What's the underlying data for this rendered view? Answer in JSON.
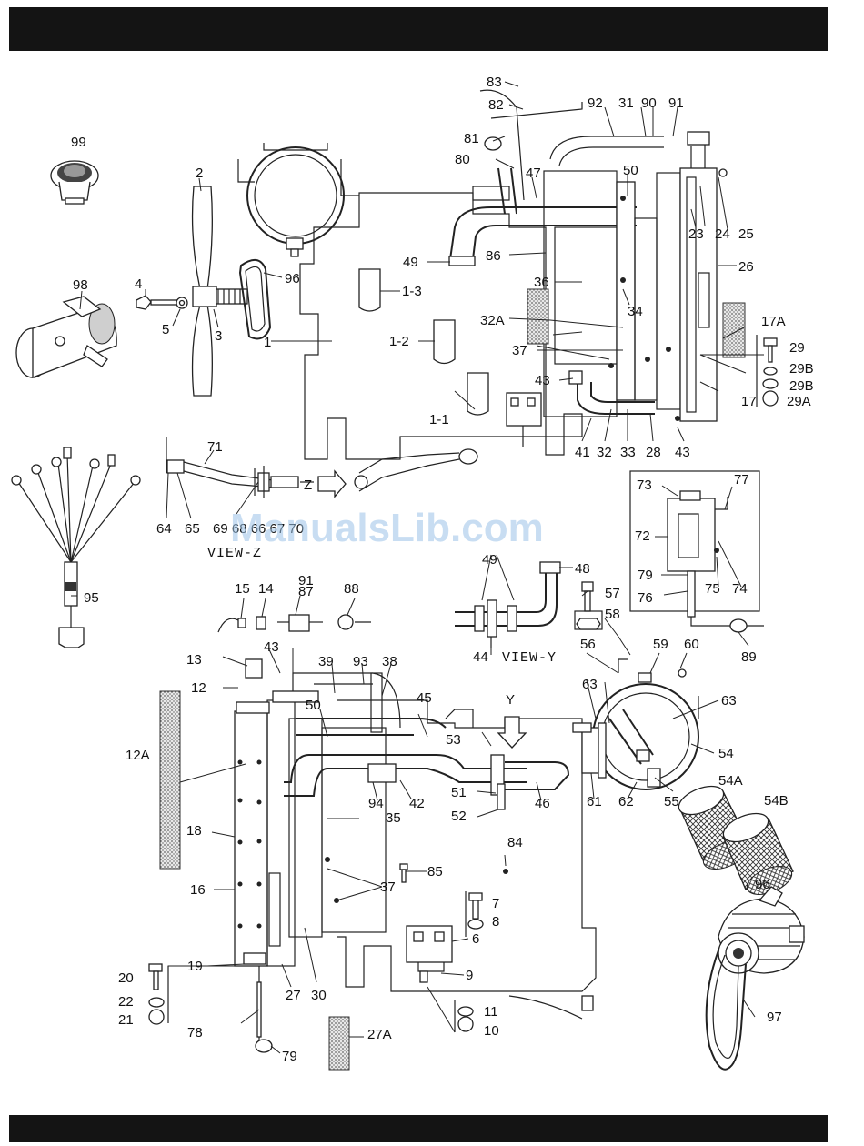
{
  "watermark": "ManualsLib.com",
  "view_labels": {
    "view_z": "VIEW-Z",
    "view_y": "VIEW-Y",
    "z_arrow": "Z",
    "y_arrow": "Y"
  },
  "callouts": {
    "c83": "83",
    "c82": "82",
    "c92": "92",
    "c31": "31",
    "c90": "90",
    "c91a": "91",
    "c81": "81",
    "c80": "80",
    "c47": "47",
    "c50a": "50",
    "c25": "25",
    "c24": "24",
    "c23": "23",
    "c26": "26",
    "c49a": "49",
    "c86": "86",
    "c36": "36",
    "c34": "34",
    "c32A": "32A",
    "c37a": "37",
    "c17A": "17A",
    "c29": "29",
    "c29B1": "29B",
    "c29B2": "29B",
    "c29A": "29A",
    "c43a": "43",
    "c41": "41",
    "c32": "32",
    "c33": "33",
    "c28": "28",
    "c43b": "43",
    "c17": "17",
    "c99": "99",
    "c2": "2",
    "c96a": "96",
    "c13p": "1-3",
    "c12p": "1-2",
    "c11p": "1-1",
    "c1": "1",
    "c98": "98",
    "c4": "4",
    "c5": "5",
    "c3": "3",
    "c71": "71",
    "c64": "64",
    "c65": "65",
    "c6970": "69 68 66 67 70",
    "c95": "95",
    "c73": "73",
    "c77": "77",
    "c72": "72",
    "c79a": "79",
    "c76": "76",
    "c75": "75",
    "c74": "74",
    "c89": "89",
    "c49b": "49",
    "c48": "48",
    "c57": "57",
    "c58": "58",
    "c44": "44",
    "c15": "15",
    "c14": "14",
    "c91b": "91",
    "c87": "87",
    "c88": "88",
    "c13": "13",
    "c43c": "43",
    "c39": "39",
    "c93": "93",
    "c38": "38",
    "c12": "12",
    "c50b": "50",
    "c45": "45",
    "c56": "56",
    "c59": "59",
    "c60": "60",
    "c63a": "63",
    "c63b": "63",
    "c53": "53",
    "c54": "54",
    "c12A": "12A",
    "c51": "51",
    "c52": "52",
    "c46": "46",
    "c94": "94",
    "c42": "42",
    "c61": "61",
    "c62": "62",
    "c55": "55",
    "c54A": "54A",
    "c54B": "54B",
    "c18": "18",
    "c35": "35",
    "c84": "84",
    "c85": "85",
    "c37b": "37",
    "c16": "16",
    "c7": "7",
    "c8": "8",
    "c6": "6",
    "c96b": "96",
    "c9": "9",
    "c19": "19",
    "c20": "20",
    "c22": "22",
    "c21": "21",
    "c27": "27",
    "c30": "30",
    "c11": "11",
    "c10": "10",
    "c97": "97",
    "c78": "78",
    "c27A": "27A",
    "c79b": "79"
  }
}
